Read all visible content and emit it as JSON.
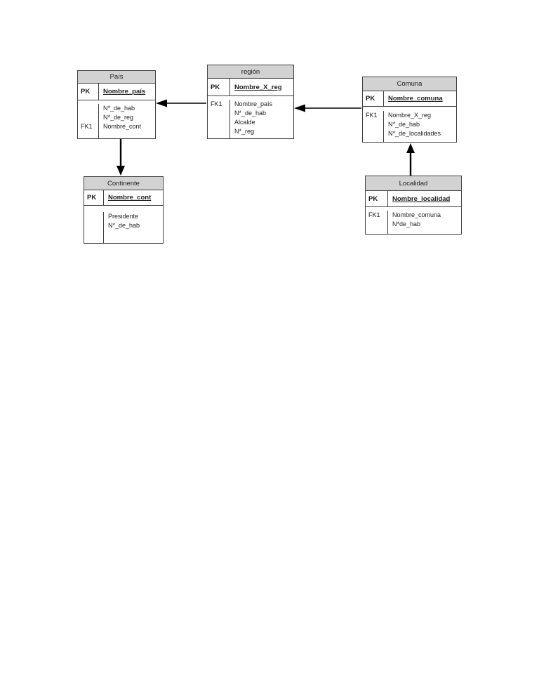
{
  "diagram": {
    "colors": {
      "page_bg": "#ffffff",
      "header_bg": "#d2d2d2",
      "table_border": "#3f3f3f",
      "arrow": "#000000"
    },
    "tables": {
      "pais": {
        "title": "País",
        "pk_label": "PK",
        "pk_attribute": "Nombre_país",
        "rows": [
          {
            "key": "",
            "attr": "N*_de_hab"
          },
          {
            "key": "",
            "attr": "N*_de_reg"
          },
          {
            "key": "FK1",
            "attr": "Nombre_cont"
          }
        ]
      },
      "region": {
        "title": "región",
        "pk_label": "PK",
        "pk_attribute": "Nombre_X_reg",
        "rows": [
          {
            "key": "FK1",
            "attr": "Nombre_país"
          },
          {
            "key": "",
            "attr": "N*_de_hab"
          },
          {
            "key": "",
            "attr": "Alcalde"
          },
          {
            "key": "",
            "attr": "N*_reg"
          }
        ]
      },
      "comuna": {
        "title": "Comuna",
        "pk_label": "PK",
        "pk_attribute": "Nombre_comuna",
        "rows": [
          {
            "key": "FK1",
            "attr": "Nombre_X_reg"
          },
          {
            "key": "",
            "attr": "N*_de_hab"
          },
          {
            "key": "",
            "attr": "N*_de_localidades"
          }
        ]
      },
      "continente": {
        "title": "Continente",
        "pk_label": "PK",
        "pk_attribute": "Nombre_cont",
        "rows": [
          {
            "key": "",
            "attr": "Presidente"
          },
          {
            "key": "",
            "attr": "N*_de_hab"
          }
        ]
      },
      "localidad": {
        "title": "Localidad",
        "pk_label": "PK",
        "pk_attribute": "Nombre_localidad",
        "rows": [
          {
            "key": "FK1",
            "attr": "Nombre_comuna"
          },
          {
            "key": "",
            "attr": "N*de_hab"
          }
        ]
      }
    },
    "relationships": [
      {
        "from": "región",
        "to": "País",
        "arrow_points_to": "País"
      },
      {
        "from": "Comuna",
        "to": "región",
        "arrow_points_to": "región"
      },
      {
        "from": "País",
        "to": "Continente",
        "arrow_points_to": "Continente"
      },
      {
        "from": "Localidad",
        "to": "Comuna",
        "arrow_points_to": "Comuna"
      }
    ]
  }
}
